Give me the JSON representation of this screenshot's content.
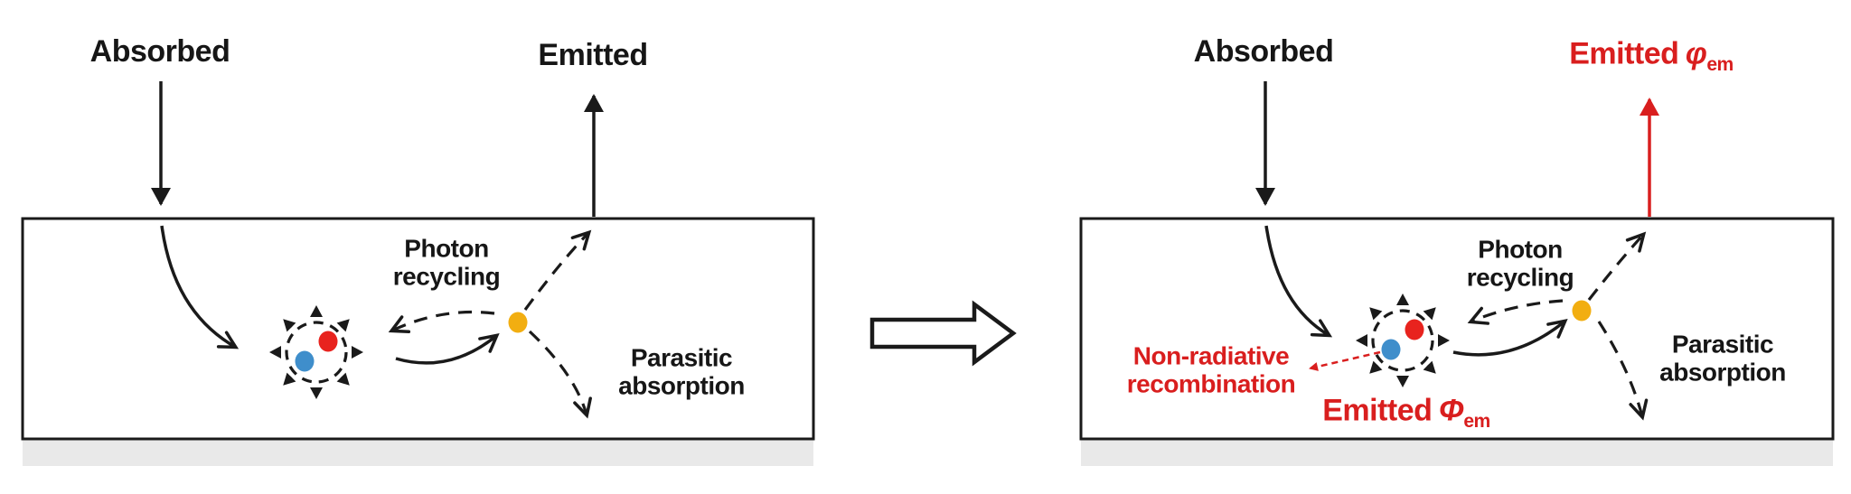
{
  "colors": {
    "accent_red": "#d91e1e",
    "red_dot": "#e8231e",
    "blue_dot": "#3f8ecb",
    "yellow_dot": "#f2ae11",
    "substrate_gray": "#e9e9e9",
    "line_black": "#1a1a1a"
  },
  "left_panel": {
    "absorbed_label": "Absorbed",
    "emitted_label": "Emitted",
    "photon_recycling": {
      "line1": "Photon",
      "line2": "recycling"
    },
    "parasitic_absorption": {
      "line1": "Parasitic",
      "line2": "absorption"
    }
  },
  "right_panel": {
    "absorbed_label": "Absorbed",
    "emitted_external": {
      "prefix": "Emitted",
      "symbol": "φ",
      "subscript": "em"
    },
    "photon_recycling": {
      "line1": "Photon",
      "line2": "recycling"
    },
    "parasitic_absorption": {
      "line1": "Parasitic",
      "line2": "absorption"
    },
    "non_radiative": {
      "line1": "Non-radiative",
      "line2": "recombination"
    },
    "emitted_internal": {
      "prefix": "Emitted",
      "symbol": "Φ",
      "subscript": "em"
    }
  }
}
